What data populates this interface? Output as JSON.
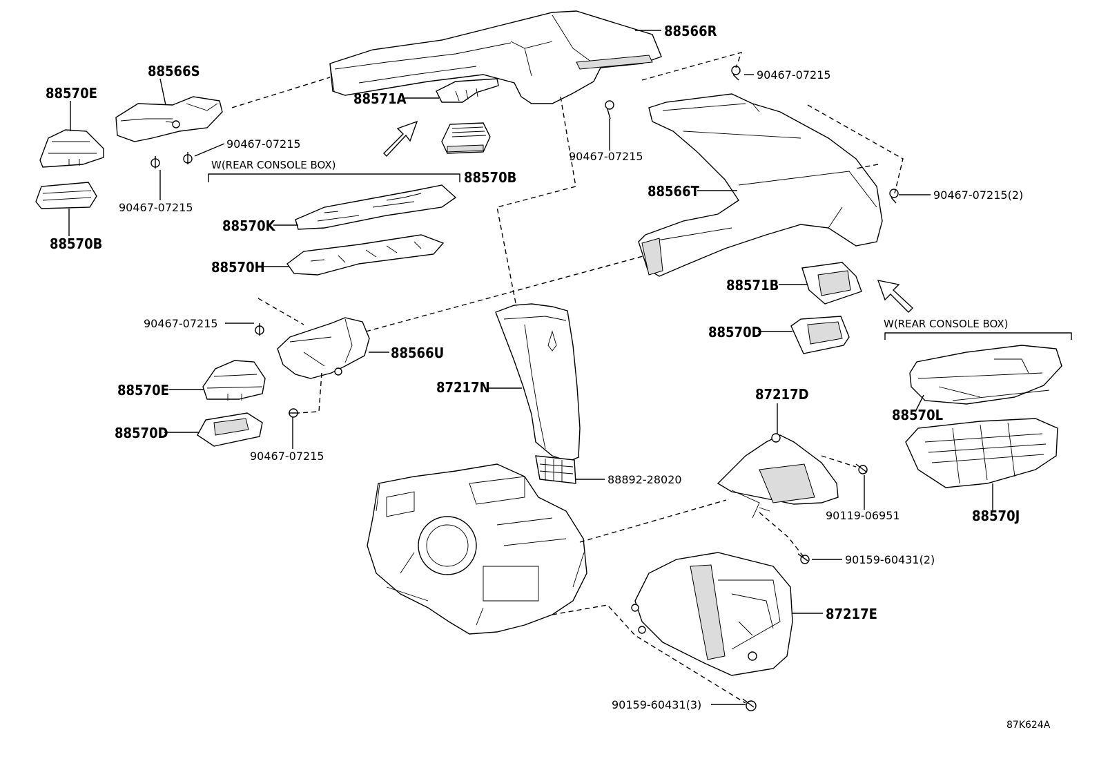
{
  "labels": {
    "p88566R": "88566R",
    "p88566S": "88566S",
    "p88570E_a": "88570E",
    "p88570B_a": "88570B",
    "p88571A": "88571A",
    "p88570B_b": "88570B",
    "p88570K": "88570K",
    "p88570H": "88570H",
    "p88566U": "88566U",
    "p88570E_b": "88570E",
    "p88570D_a": "88570D",
    "p87217N": "87217N",
    "p88892": "88892-28020",
    "p88566T": "88566T",
    "p88571B": "88571B",
    "p88570D_b": "88570D",
    "p87217D": "87217D",
    "p88570L": "88570L",
    "p88570J": "88570J",
    "p87217E": "87217E",
    "b1": "90467-07215",
    "b2": "90467-07215",
    "b3": "90467-07215",
    "b4": "90467-07215",
    "b5": "90467-07215",
    "b6": "90467-07215(2)",
    "b7": "90467-07215",
    "b8": "90467-07215",
    "b9": "90119-06951",
    "b10": "90159-60431(2)",
    "b11": "90159-60431(3)",
    "note_left": "W(REAR CONSOLE BOX)",
    "note_right": "W(REAR CONSOLE BOX)",
    "ref": "87K624A"
  }
}
